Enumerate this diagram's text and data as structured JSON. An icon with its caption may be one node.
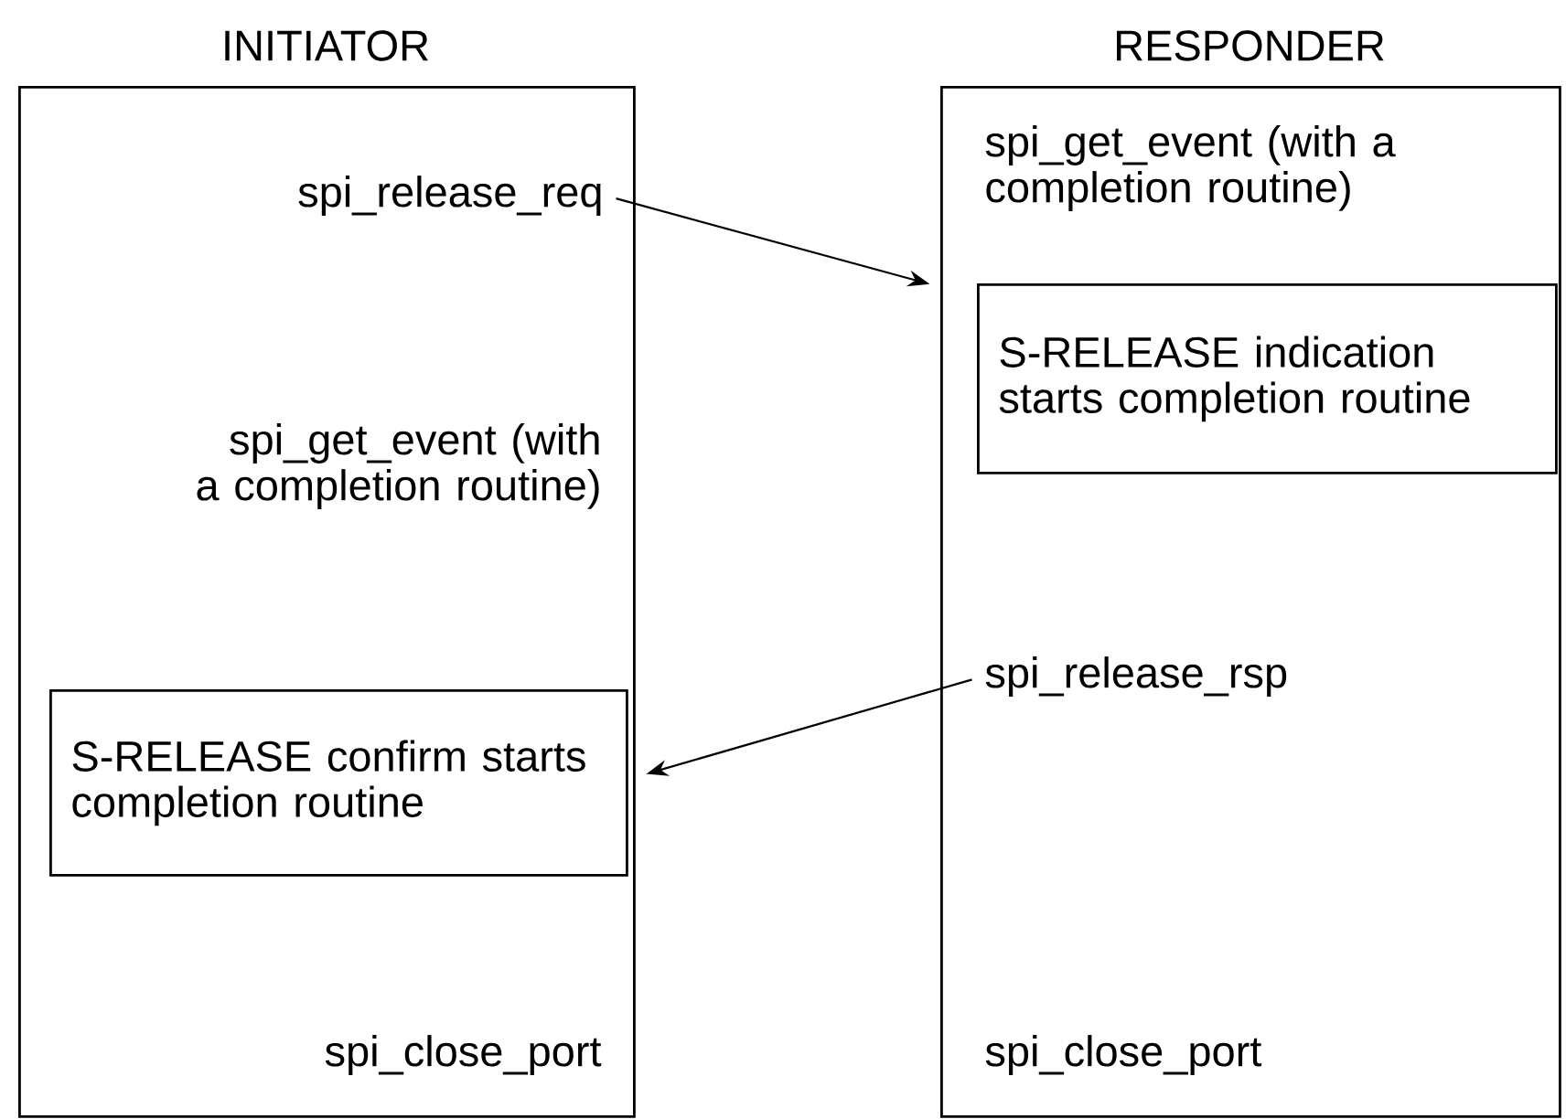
{
  "diagram": {
    "nodes": [
      {
        "text": [
          "INITIATOR"
        ]
      },
      {
        "text": [
          "RESPONDER"
        ]
      },
      {
        "text": [
          "spi_release_req"
        ],
        "in": 0
      },
      {
        "text": [
          "S-RELEASE indication starts completion routine"
        ],
        "in": 1
      },
      {
        "text": [
          "spi_release_rsp"
        ],
        "in": 1
      },
      {
        "text": [
          "S-RELEASE confirm starts completion routine"
        ],
        "in": 0
      }
    ],
    "edges": [
      {
        "from": 2,
        "to": 1,
        "arrow": "to"
      },
      {
        "from": 4,
        "to": 0,
        "arrow": "to"
      }
    ],
    "labels": [
      "spi_get_event (with a completion routine)",
      "spi_get_event (with a completion routine)",
      "spi_close_port",
      "spi_close_port"
    ]
  }
}
